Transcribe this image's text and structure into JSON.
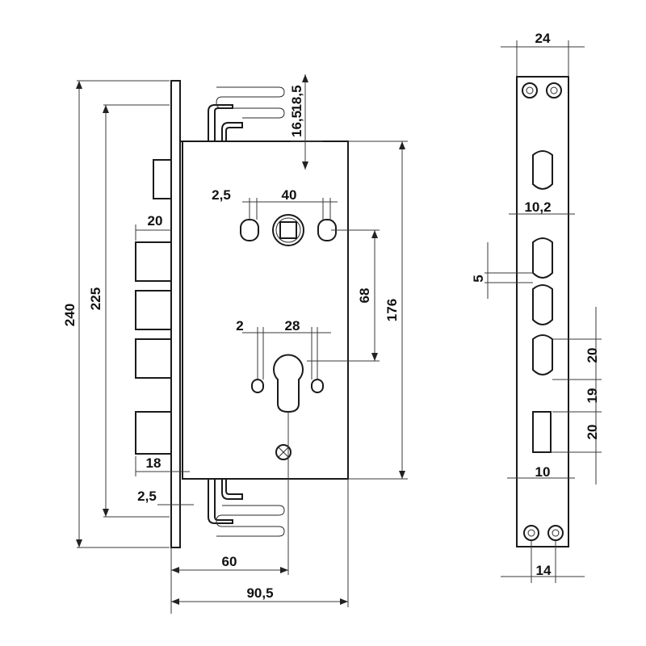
{
  "labels": {
    "d240": "240",
    "d225": "225",
    "d20_front": "20",
    "d18": "18",
    "d2_5_bottom": "2,5",
    "d60": "60",
    "d90_5": "90,5",
    "d16_5": "16,5",
    "d18_5": "18,5",
    "d2_5_top": "2,5",
    "d40": "40",
    "d68": "68",
    "d176": "176",
    "d2": "2",
    "d28": "28",
    "d24": "24",
    "d10_2": "10,2",
    "d5": "5",
    "d20_a": "20",
    "d19": "19",
    "d20_b": "20",
    "d10": "10",
    "d14": "14"
  },
  "colors": {
    "line": "#1a1a1a",
    "paper": "#ffffff"
  }
}
